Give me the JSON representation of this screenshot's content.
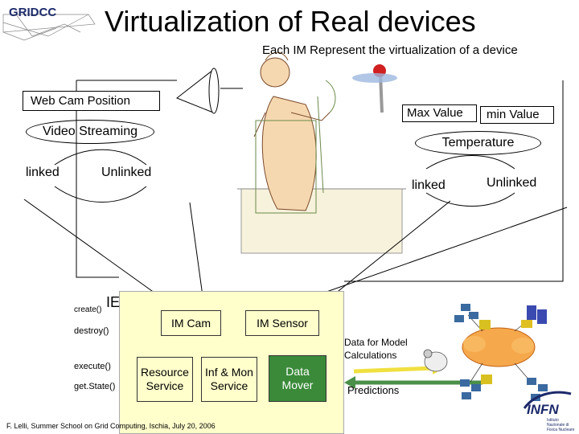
{
  "title": "Virtualization of Real devices",
  "subtitle": "Each IM Represent the virtualization of a device",
  "logo": "GRIDCC",
  "webcam": {
    "position": "Web Cam Position",
    "streaming": "Video Streaming",
    "linked": "linked",
    "unlinked": "Unlinked"
  },
  "sensor": {
    "max": "Max Value",
    "min": "min Value",
    "temperature": "Temperature",
    "linked": "linked",
    "unlinked": "Unlinked"
  },
  "ie": {
    "label": "IE",
    "create": "create()",
    "destroy": "destroy()",
    "execute": "execute()",
    "getstate": "get.State()",
    "im_cam": "IM Cam",
    "im_sensor": "IM Sensor",
    "resource_service": "Resource Service",
    "inf_mon_service": "Inf & Mon Service",
    "data_mover": "Data Mover"
  },
  "data_for_model": "Data for Model Calculations",
  "predictions": "Predictions",
  "footer": "F. Lelli, Summer School on Grid Computing, Ischia, July 20, 2006",
  "infn": "INFN",
  "infn_sub": "Istituto Nazionale di Fisica Nucleare",
  "colors": {
    "ie_panel": "#ffffcc",
    "green_box": "#3a8a3a",
    "yellow_arrow": "#f0e040",
    "green_arrow": "#4a8f4a",
    "infn_blue": "#1c2a6a"
  }
}
